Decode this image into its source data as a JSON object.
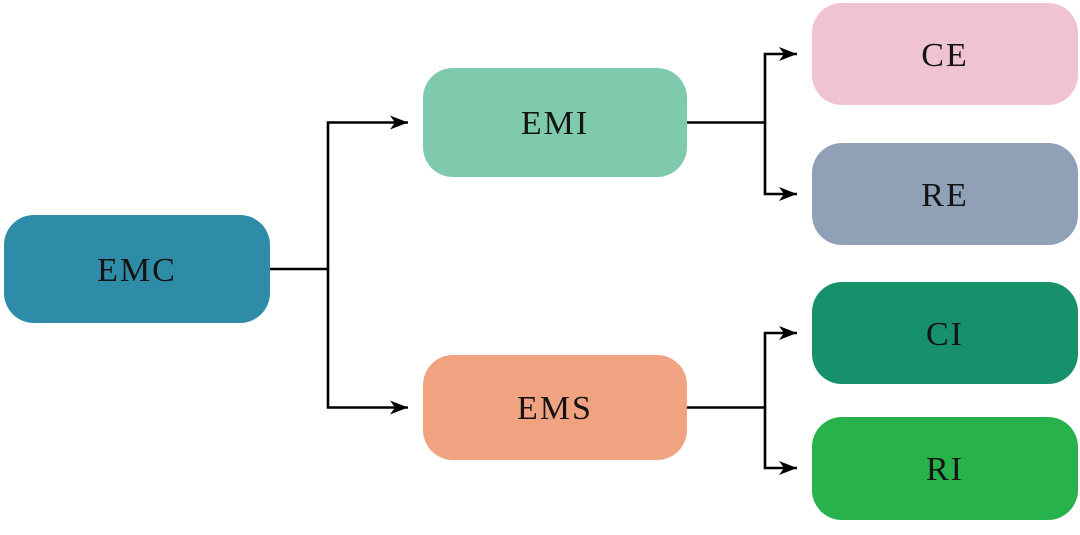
{
  "diagram": {
    "type": "flowchart",
    "direction": "left-to-right",
    "background": "#ffffff",
    "line_color": "#000000",
    "text_color": "#141414",
    "nodes": [
      {
        "id": "EMC",
        "label": "EMC",
        "color": "#2E8CA9",
        "level": 1
      },
      {
        "id": "EMI",
        "label": "EMI",
        "color": "#7FCAAD",
        "level": 2
      },
      {
        "id": "EMS",
        "label": "EMS",
        "color": "#F1A381",
        "level": 2
      },
      {
        "id": "CE",
        "label": "CE",
        "color": "#F0C3D1",
        "level": 3
      },
      {
        "id": "RE",
        "label": "RE",
        "color": "#90A0B7",
        "level": 3
      },
      {
        "id": "CI",
        "label": "CI",
        "color": "#17906C",
        "level": 3
      },
      {
        "id": "RI",
        "label": "RI",
        "color": "#27B24B",
        "level": 3
      }
    ],
    "edges": [
      {
        "from": "EMC",
        "to": "EMI"
      },
      {
        "from": "EMC",
        "to": "EMS"
      },
      {
        "from": "EMI",
        "to": "CE"
      },
      {
        "from": "EMI",
        "to": "RE"
      },
      {
        "from": "EMS",
        "to": "CI"
      },
      {
        "from": "EMS",
        "to": "RI"
      }
    ]
  }
}
